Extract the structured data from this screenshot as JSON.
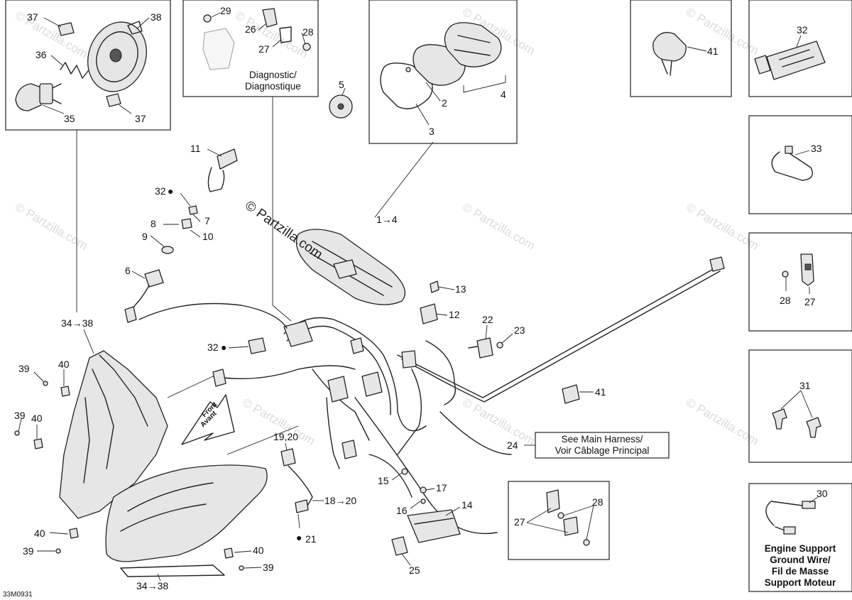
{
  "labels": {
    "l37a": "37",
    "l38": "38",
    "l36": "36",
    "l35": "35",
    "l37b": "37",
    "l29": "29",
    "l26": "26",
    "l28a": "28",
    "l27a": "27",
    "l5": "5",
    "l2": "2",
    "l3": "3",
    "l4": "4",
    "l41a": "41",
    "l32a": "32",
    "l33": "33",
    "l11": "11",
    "l32b": "32",
    "l7": "7",
    "l8": "8",
    "l10": "10",
    "l9": "9",
    "l6": "6",
    "l1to4": "1→4",
    "l13": "13",
    "l12": "12",
    "l22": "22",
    "l23": "23",
    "l28b": "28",
    "l27b": "27",
    "l34a": "34→38",
    "l32c": "32",
    "l39a": "39",
    "l40a": "40",
    "l39b": "39",
    "l40b": "40",
    "l41b": "41",
    "l31": "31",
    "l1920": "19,20",
    "l24": "24",
    "l15": "15",
    "l17": "17",
    "l16": "16",
    "l14": "14",
    "l1820": "18→20",
    "l21": "21",
    "l27c": "27",
    "l28c": "28",
    "l25": "25",
    "l30": "30",
    "l40c": "40",
    "l39c": "39",
    "l40d": "40",
    "l39d": "39",
    "l34b": "34→38"
  },
  "notes": {
    "diagnostic": [
      "Diagnostic/",
      "Diagnostique"
    ],
    "main_harness": [
      "See Main Harness/",
      "Voir Câblage Principal"
    ],
    "engine_support": [
      "Engine Support",
      "Ground Wire/",
      "Fil de Masse",
      "Support Moteur"
    ],
    "front": [
      "Front",
      "Avant"
    ]
  },
  "watermark": {
    "main": "© Partzilla.com",
    "faint": "© Partzilla.com"
  },
  "figure_code": "33M0931",
  "drop_symbol": "●"
}
